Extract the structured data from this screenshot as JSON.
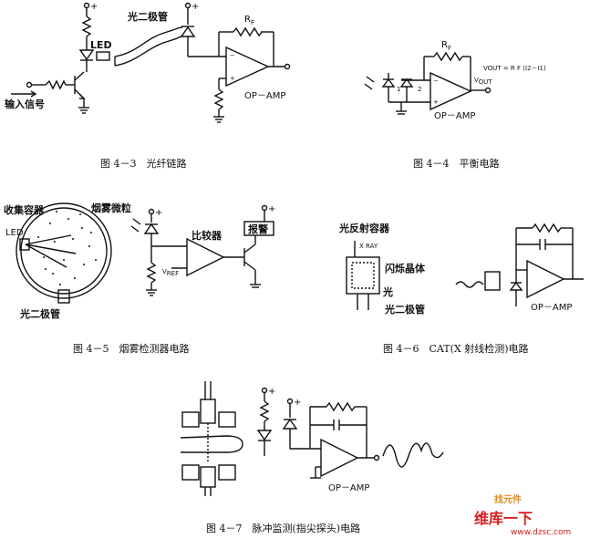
{
  "fig3": {
    "caption": "图 4－3　光纤链路",
    "led_label": "LED",
    "fiber_label": "光二极管",
    "input_label": "输入信号",
    "rf_label": "R",
    "rf_sub": "F",
    "opamp_label": "OP－AMP"
  },
  "fig4": {
    "caption": "图 4－4　平衡电路",
    "rf_label": "R",
    "rf_sub": "F",
    "vout_formula": "V",
    "vout_formula_rest": "OUT = R F (I2－I1)",
    "vout_label": "V",
    "vout_sub": "OUT",
    "node1": "1",
    "node2": "2",
    "opamp_label": "OP－AMP"
  },
  "fig5": {
    "caption": "图 4－5　烟雾检测器电路",
    "collector_label": "收集容器",
    "particles_label": "烟雾微粒",
    "led_label": "LED",
    "photodiode_label": "光二极管",
    "comparator_label": "比较器",
    "alarm_label": "报警",
    "vref_label": "V",
    "vref_sub": "REF"
  },
  "fig6": {
    "caption": "图 4－6　CAT(X 射线检测)电路",
    "reflector_label": "光反射容器",
    "xray_label": "X RAY",
    "scint_label": "闪烁晶体",
    "light_label": "光",
    "photodiode_label": "光二极管",
    "opamp_label": "OP－AMP"
  },
  "fig7": {
    "caption": "图 4－7　脉冲监测(指尖探头)电路",
    "opamp_label": "OP－AMP"
  },
  "watermark": {
    "line1": "维库一下",
    "line2": "www.dzsc.com",
    "line3": "找元件"
  },
  "colors": {
    "ink": "#111111",
    "watermark_red": "#d81e1e",
    "watermark_orange": "#e08a1a"
  }
}
